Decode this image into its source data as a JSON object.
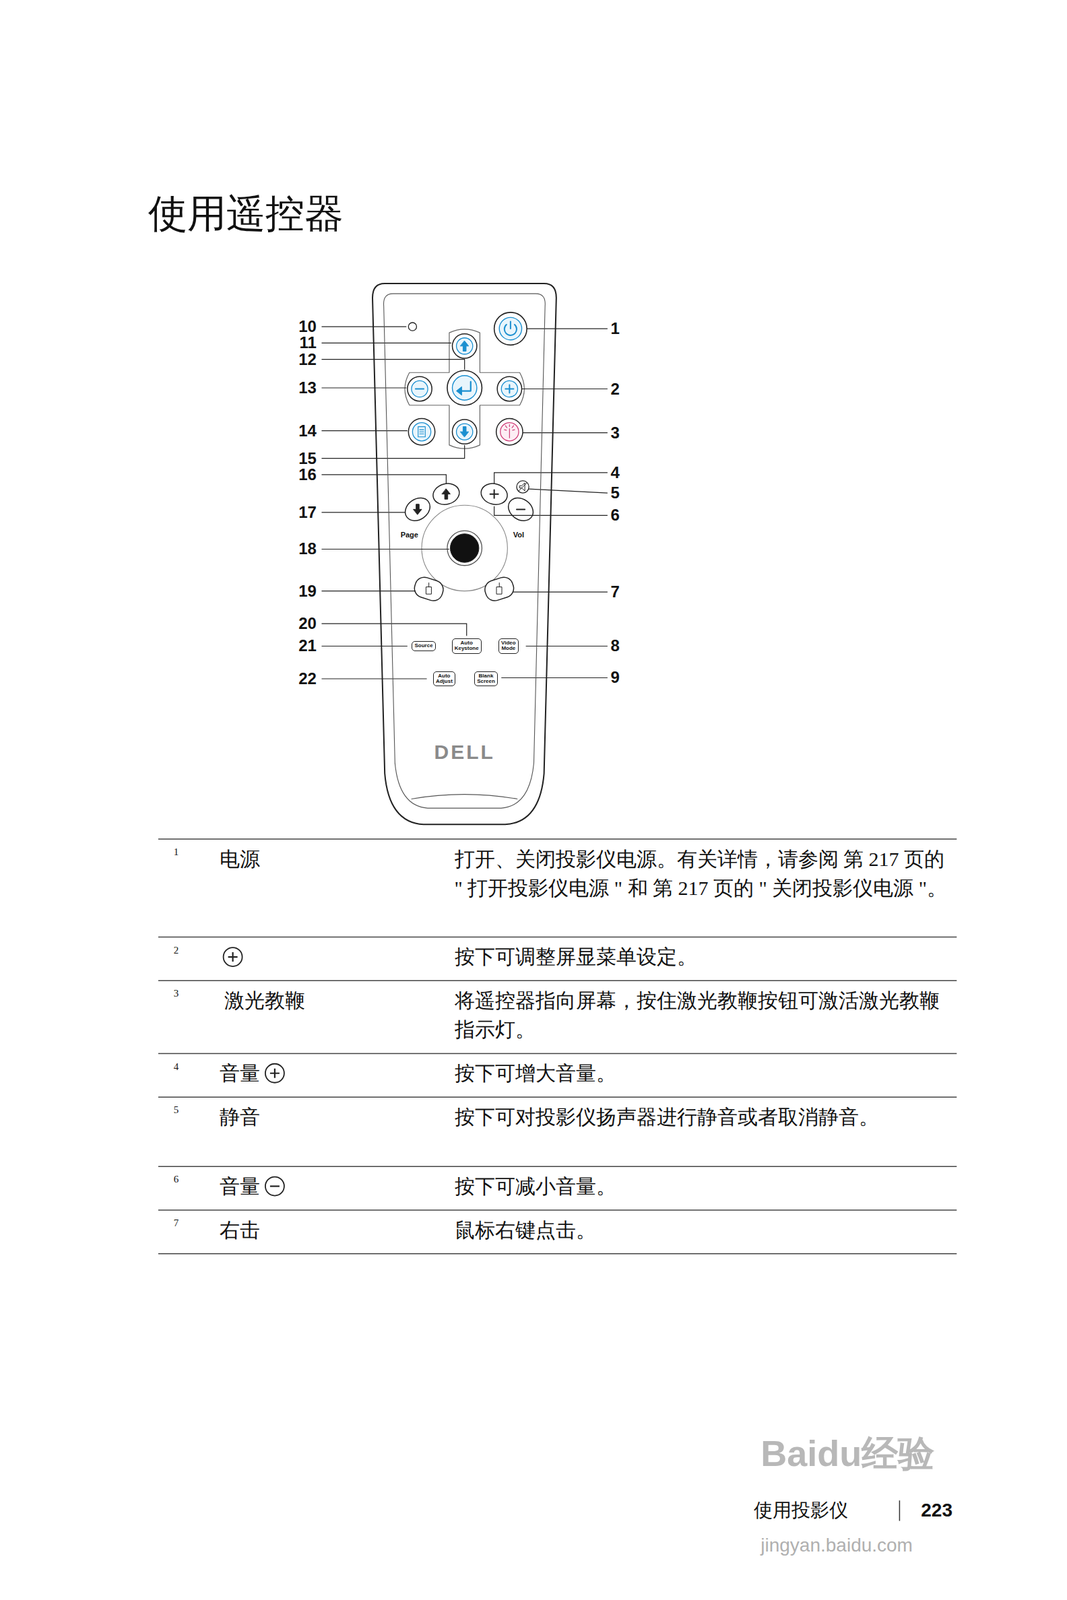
{
  "diagram": {
    "title": "使用遥控器",
    "nodes": [
      {
        "text": [
          "Page",
          "Vol",
          "DELL"
        ]
      },
      {
        "text": [
          "Source"
        ],
        "in": 0
      },
      {
        "text": [
          "Auto Keystone"
        ],
        "in": 0
      },
      {
        "text": [
          "Video Mode"
        ],
        "in": 0
      },
      {
        "text": [
          "Auto Adjust"
        ],
        "in": 0
      },
      {
        "text": [
          "Blank Screen"
        ],
        "in": 0
      }
    ],
    "labels": [
      "10",
      "1",
      "11",
      "12",
      "13",
      "2",
      "14",
      "3",
      "15",
      "16",
      "4",
      "5",
      "17",
      "6",
      "18",
      "19",
      "7",
      "20",
      "21",
      "8",
      "22",
      "9",
      "1",
      "电源",
      "打开、关闭投影仪电源。有关详情，请参阅 第 217 页的 \" 打开投影仪电源 \" 和 第 217 页的 \" 关闭投影仪电源 \"。",
      "2",
      "按下可调整屏显菜单设定。",
      "3",
      "激光教鞭",
      "将遥控器指向屏幕，按住激光教鞭按钮可激活激光教鞭指示灯。",
      "4",
      "音量",
      "按下可增大音量。",
      "5",
      "静音",
      "按下可对投影仪扬声器进行静音或者取消静音。",
      "6",
      "音量",
      "按下可减小音量。",
      "7",
      "右击",
      "鼠标右键点击。",
      "使用投影仪",
      "223",
      "Baidu经验",
      "jingyan.baidu.com"
    ]
  }
}
